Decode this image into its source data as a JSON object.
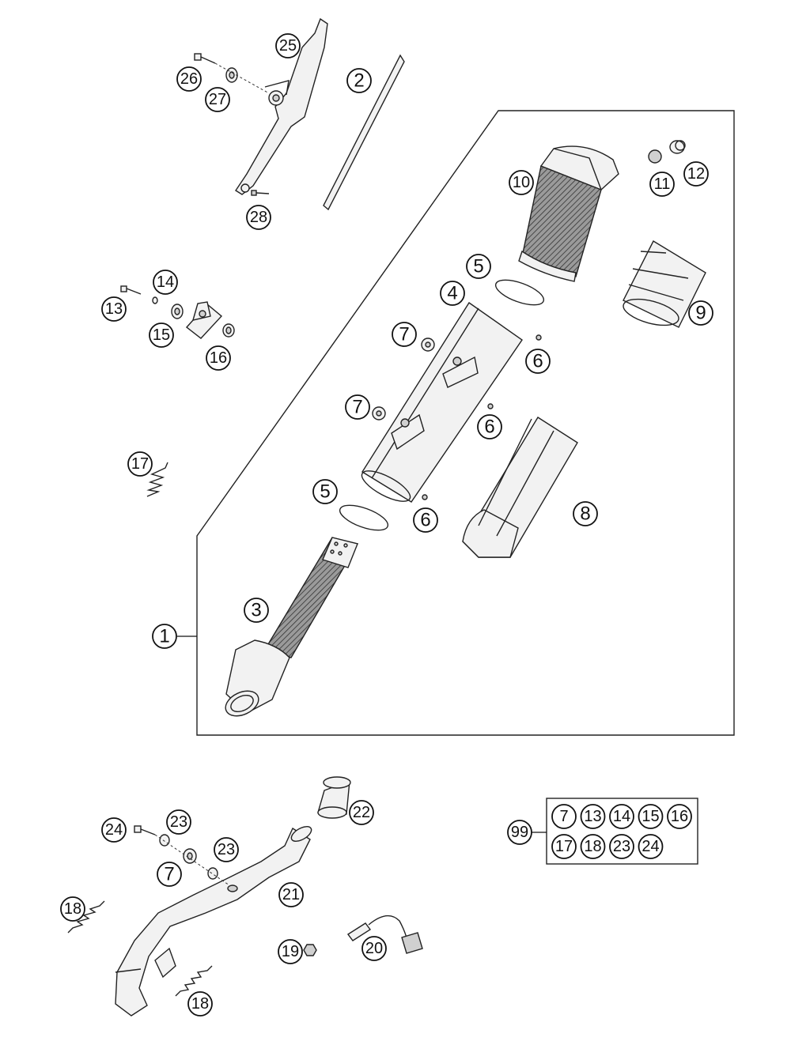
{
  "callouts": {
    "c1": "1",
    "c2": "2",
    "c3": "3",
    "c4": "4",
    "c5a": "5",
    "c5b": "5",
    "c6a": "6",
    "c6b": "6",
    "c6c": "6",
    "c7a": "7",
    "c7b": "7",
    "c7c": "7",
    "c8": "8",
    "c9": "9",
    "c10": "10",
    "c11": "11",
    "c12": "12",
    "c13": "13",
    "c14": "14",
    "c15": "15",
    "c16": "16",
    "c17": "17",
    "c18a": "18",
    "c18b": "18",
    "c19": "19",
    "c20": "20",
    "c21": "21",
    "c22": "22",
    "c23a": "23",
    "c23b": "23",
    "c24": "24",
    "c25": "25",
    "c26": "26",
    "c27": "27",
    "c28": "28",
    "c99": "99"
  },
  "kit_box": {
    "items": [
      "7",
      "13",
      "14",
      "15",
      "16",
      "17",
      "18",
      "23",
      "24"
    ]
  }
}
